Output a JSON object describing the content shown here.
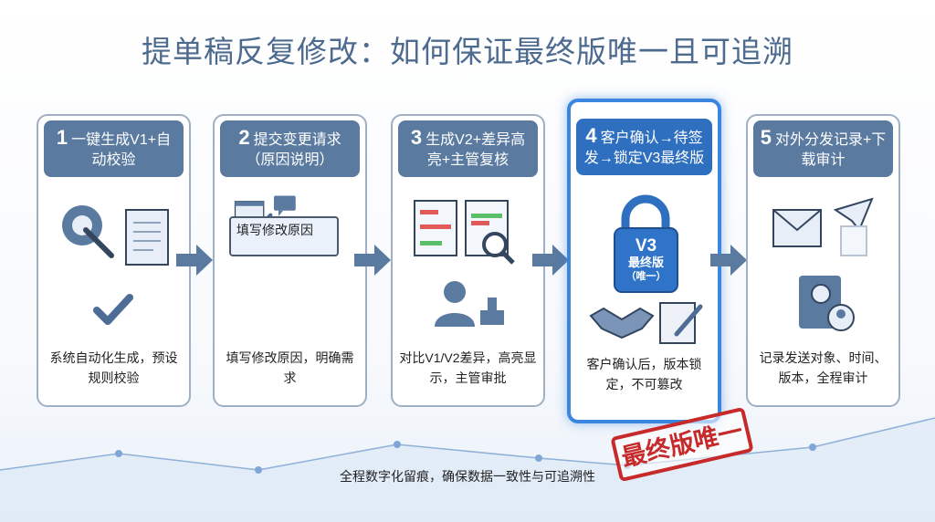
{
  "title": "提单稿反复修改：如何保证最终版唯一且可追溯",
  "steps": [
    {
      "num": "1",
      "title": "一键生成V1+自动校验",
      "desc": "系统自动化生成，预设规则校验"
    },
    {
      "num": "2",
      "title": "提交变更请求（原因说明）",
      "desc": "填写修改原因，明确需求",
      "input": "填写修改原因"
    },
    {
      "num": "3",
      "title": "生成V2+差异高亮+主管复核",
      "desc": "对比V1/V2差异，高亮显示，主管审批"
    },
    {
      "num": "4",
      "title": "客户确认→待签发→锁定V3最终版",
      "desc": "客户确认后，版本锁定，不可篡改",
      "lock_version": "V3",
      "lock_label": "最终版",
      "lock_sub": "（唯一）"
    },
    {
      "num": "5",
      "title": "对外分发记录+下载审计",
      "desc": "记录发送对象、时间、版本，全程审计"
    }
  ],
  "stamp": "最终版唯一",
  "caption": "全程数字化留痕，确保数据一致性与可追溯性",
  "colors": {
    "accent": "#3a86e0",
    "header": "#5a7aa0",
    "stamp": "#c72a2a"
  }
}
